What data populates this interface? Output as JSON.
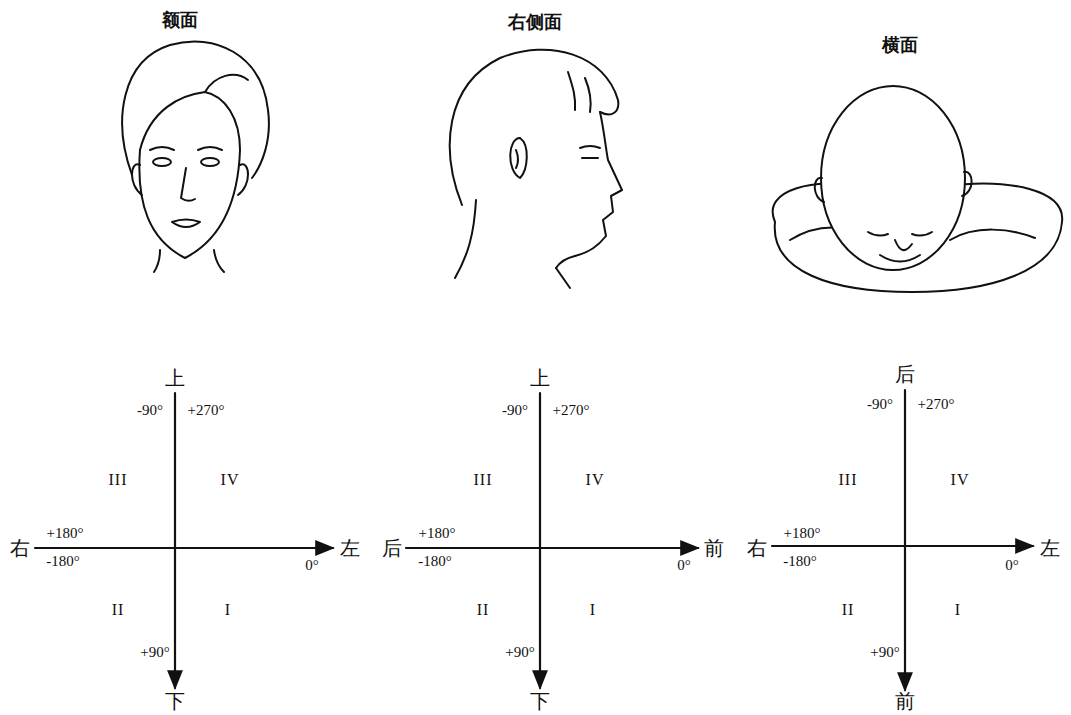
{
  "diagram": {
    "labels": [
      "额面",
      "右侧面",
      "横面",
      "上",
      "-90°",
      "+270°",
      "III",
      "IV",
      "右",
      "+180°",
      "-180°",
      "0°",
      "左",
      "II",
      "I",
      "+90°",
      "下",
      "上",
      "-90°",
      "+270°",
      "III",
      "IV",
      "后",
      "+180°",
      "-180°",
      "0°",
      "前",
      "II",
      "I",
      "+90°",
      "下",
      "后",
      "-90°",
      "+270°",
      "III",
      "IV",
      "右",
      "+180°",
      "-180°",
      "0°",
      "左",
      "II",
      "I",
      "+90°",
      "前"
    ]
  }
}
